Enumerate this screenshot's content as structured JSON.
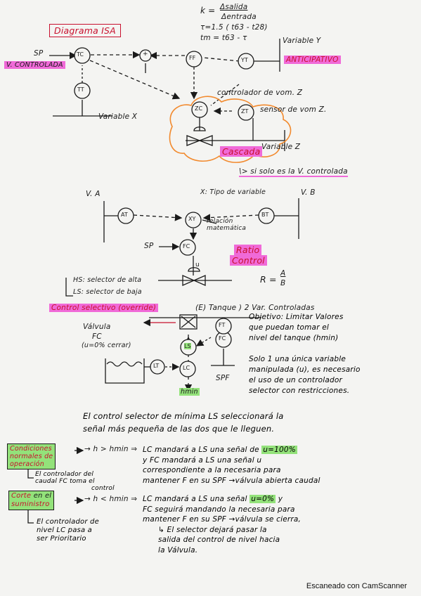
{
  "section1": {
    "title": "Diagrama ISA",
    "formula_k_top": "Δsalida",
    "formula_k_bottom": "Δentrada",
    "formula_tau": "τ=1.5 ( t63 - t28)",
    "formula_tm": "tm = t63 - τ",
    "sp": "SP",
    "v_controlada": "V. CONTROLADA",
    "variable_y": "Variable Y",
    "anticipativo": "ANTICIPATIVO",
    "controlador_z": "controlador de vom. Z",
    "sensor_z": "sensor de vom Z.",
    "variable_x": "Variable X",
    "variable_z": "Variable Z",
    "cascada": "Cascada",
    "nota_cascada": "\\> si solo es la V. controlada",
    "tags": {
      "tc": "TC",
      "tt": "TT",
      "ff": "FF",
      "yt": "YT",
      "zc": "ZC",
      "zt": "ZT",
      "sum": "+"
    }
  },
  "section2": {
    "va": "V. A",
    "vb": "V. B",
    "x_tipo": "X: Tipo de variable",
    "relacion": "relación matemática",
    "sp": "SP",
    "ratio_1": "Ratio",
    "ratio_2": "Control",
    "formula_r": "R =",
    "formula_num": "A",
    "formula_den": "B",
    "tags": {
      "at": "AT",
      "bt": "BT",
      "xy": "XY",
      "fc": "FC",
      "u": "u"
    }
  },
  "section3": {
    "hs": "HS: selector de alta",
    "ls": "LS: selector de baja",
    "title": "Control selectivo (override)",
    "subtitle": "(E) Tanque ) 2 Var. Controladas",
    "valvula_1": "Válvula",
    "valvula_2": "FC",
    "valvula_3": "(u=0% cerrar)",
    "hmin": "hmin",
    "spf": "SPF",
    "tags": {
      "lt": "LT",
      "lc": "LC",
      "ls": "LS",
      "fc": "FC",
      "ft": "FT"
    },
    "objetivo": [
      "Objetivo: Limitar Valores",
      "que puedan tomar el",
      "nivel del tanque (hmin)",
      "",
      "Solo 1 una única variable",
      "manipulada (u), es necesario",
      "el uso de un controlador",
      "selector con restricciones."
    ],
    "paragraph": [
      "El control selector de mínima LS seleccionará la",
      "señal más pequeña de las dos que le lleguen."
    ]
  },
  "section4": {
    "cond_box": [
      "Condiciones",
      "normales de",
      "operación"
    ],
    "cond_note": [
      "El controlador del",
      "caudal FC toma el",
      "control"
    ],
    "cond_expr": "→ h > hmin ⇒",
    "cond_text": [
      "LC mandará a LS una señal de",
      "y FC mandará a LS una señal u",
      "correspondiente a la necesaria para",
      "mantener F en su SPF →válvula abierta caudal"
    ],
    "cond_hl": "u=100%",
    "corte_box_a": "Corte",
    "corte_box_b": "en el",
    "corte_box_c": "suministro",
    "corte_note": [
      "El controlador de",
      "nivel LC pasa a",
      "ser Prioritario"
    ],
    "corte_expr": "→ h < hmin ⇒",
    "corte_text": [
      "LC mandará a LS una señal",
      "FC seguirá mandando la necesaria para",
      "mantener F en su SPF →válvula se cierra,",
      "↳ El selector dejará pasar la",
      "salida del control de nivel hacia",
      "la Válvula."
    ],
    "corte_hl": "u=0%",
    "corte_y": "y"
  },
  "footer": "Escaneado con CamScanner"
}
